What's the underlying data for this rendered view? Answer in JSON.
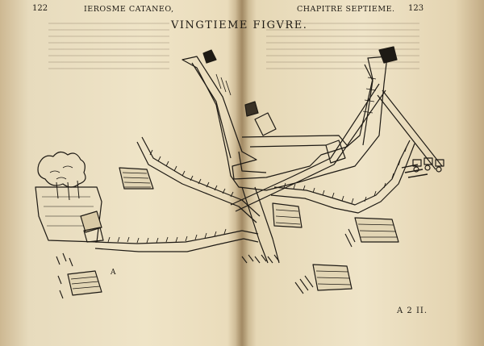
{
  "page_header": {
    "left_page_number": "122",
    "left_running_title": "IEROSME CATANEO,",
    "right_running_title": "CHAPITRE SEPTIEME.",
    "right_page_number": "123"
  },
  "figure": {
    "title": "VINGTIEME FIGVRE.",
    "label": "A",
    "signature": "A 2  II."
  },
  "colors": {
    "paper": "#ece0c3",
    "ink": "#1e1a14",
    "fold_shadow": "#b9a27a"
  }
}
